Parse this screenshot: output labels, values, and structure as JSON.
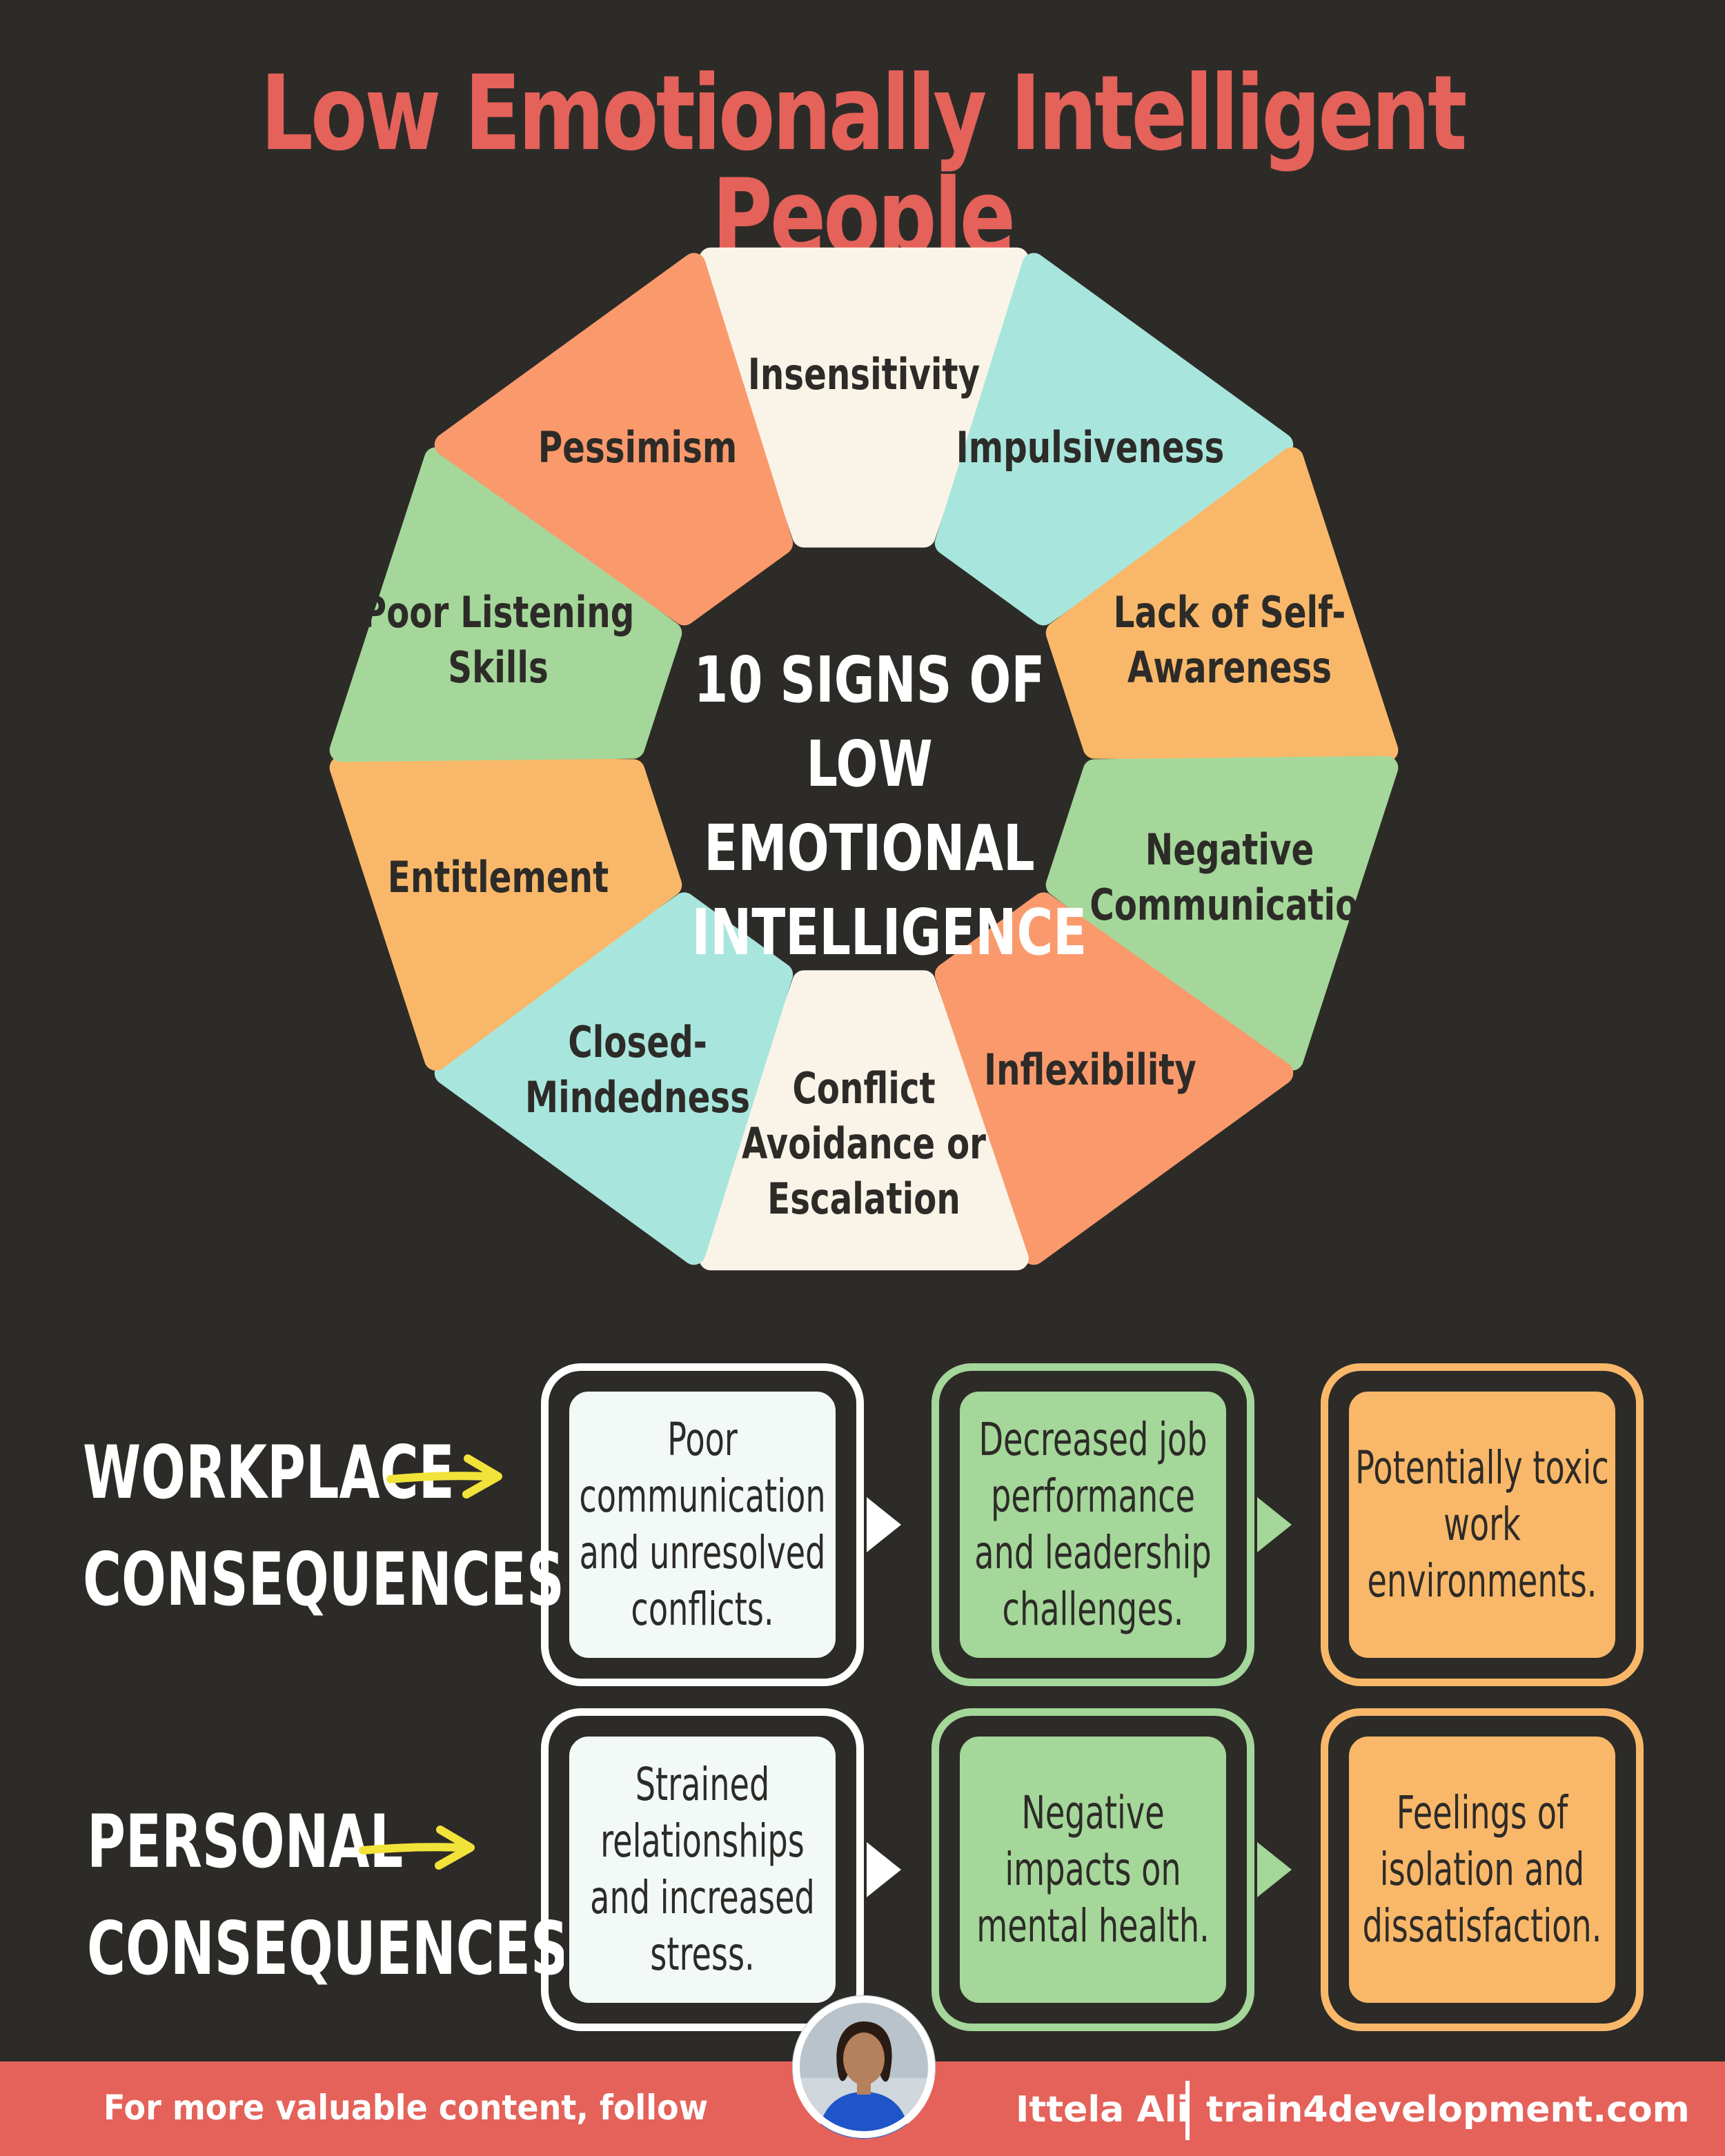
{
  "header": {
    "title": "Low Emotionally Intelligent People"
  },
  "wheel": {
    "center_title": "10 SIGNS OF LOW EMOTIONAL INTELLIGENCE",
    "segments": [
      {
        "label": "Insensitivity",
        "color": "#faf4e8"
      },
      {
        "label": "Impulsiveness",
        "color": "#a8e6dd"
      },
      {
        "label": "Lack of Self-Awareness",
        "color": "#f9b869"
      },
      {
        "label": "Negative Communication",
        "color": "#a4d799"
      },
      {
        "label": "Inflexibility",
        "color": "#fa9a6c"
      },
      {
        "label": "Conflict Avoidance or Escalation",
        "color": "#faf4e8"
      },
      {
        "label": "Closed-Mindedness",
        "color": "#a8e6dd"
      },
      {
        "label": "Entitlement",
        "color": "#f9b869"
      },
      {
        "label": "Poor Listening Skills",
        "color": "#a4d799"
      },
      {
        "label": "Pessimism",
        "color": "#fa9a6c"
      }
    ]
  },
  "workplace": {
    "label_line1": "WORKPLACE",
    "label_line2": "CONSEQUENCES",
    "cards": [
      {
        "text": "Poor communication and unresolved conflicts."
      },
      {
        "text": "Decreased job performance and leadership challenges."
      },
      {
        "text": "Potentially toxic work environments."
      }
    ]
  },
  "personal": {
    "label_line1": "PERSONAL",
    "label_line2": "CONSEQUENCES",
    "cards": [
      {
        "text": "Strained relationships and increased stress."
      },
      {
        "text": "Negative impacts on mental health."
      },
      {
        "text": "Feelings of isolation and dissatisfaction."
      }
    ]
  },
  "footer": {
    "cta": "For more valuable content, follow",
    "name": "Ittela Ali",
    "site": "train4development.com"
  },
  "colors": {
    "background": "#2d2b28",
    "accent_red": "#e4625a",
    "arrow_yellow": "#f2e33a"
  }
}
